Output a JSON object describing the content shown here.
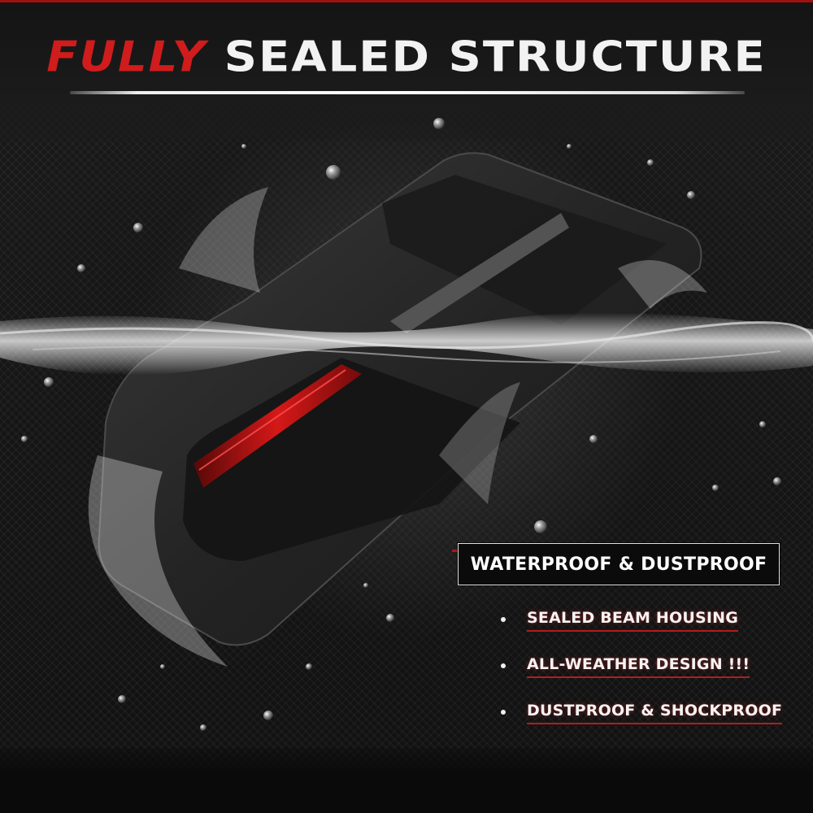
{
  "header": {
    "title_highlight": "FULLY",
    "title_rest": "SEALED STRUCTURE"
  },
  "badge": {
    "label": "WATERPROOF & DUSTPROOF"
  },
  "features": [
    {
      "label": "SEALED BEAM HOUSING"
    },
    {
      "label": "ALL-WEATHER DESIGN !!!"
    },
    {
      "label": "DUSTPROOF & SHOCKPROOF"
    }
  ],
  "colors": {
    "accent_red": "#d01c1c",
    "text_white": "#f2f2f2",
    "background": "#111111"
  },
  "product": {
    "image": "third-brake-light-in-water-splash"
  }
}
